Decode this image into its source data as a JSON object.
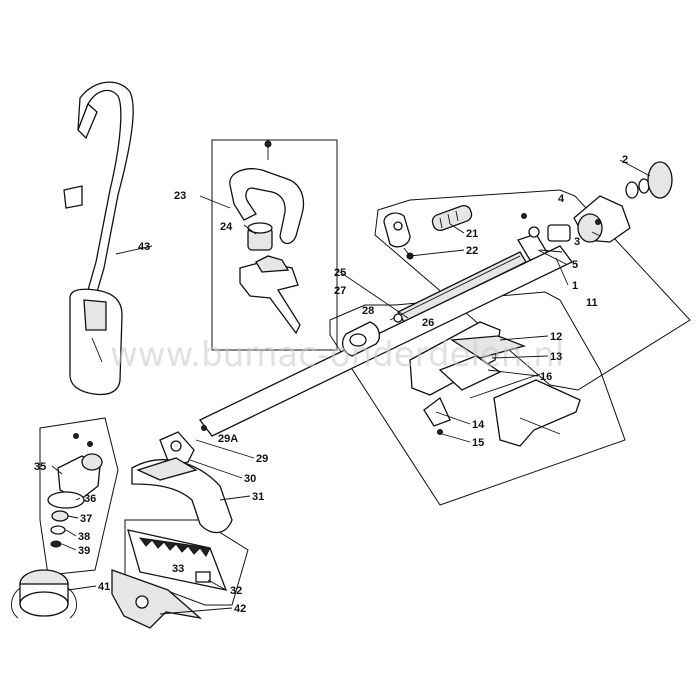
{
  "watermark": "www.bumac-onderdelen.nl",
  "part_labels": {
    "p1": "1",
    "p2": "2",
    "p3": "3",
    "p4": "4",
    "p5": "5",
    "p11": "11",
    "p12": "12",
    "p13": "13",
    "p14": "14",
    "p15": "15",
    "p16": "16",
    "p21": "21",
    "p22": "22",
    "p23": "23",
    "p24": "24",
    "p25": "25",
    "p26": "26",
    "p27": "27",
    "p28": "28",
    "p29": "29",
    "p29A": "29A",
    "p30": "30",
    "p31": "31",
    "p32": "32",
    "p33": "33",
    "p35": "35",
    "p36": "36",
    "p37": "37",
    "p38": "38",
    "p39": "39",
    "p41": "41",
    "p42": "42",
    "p43": "43"
  }
}
